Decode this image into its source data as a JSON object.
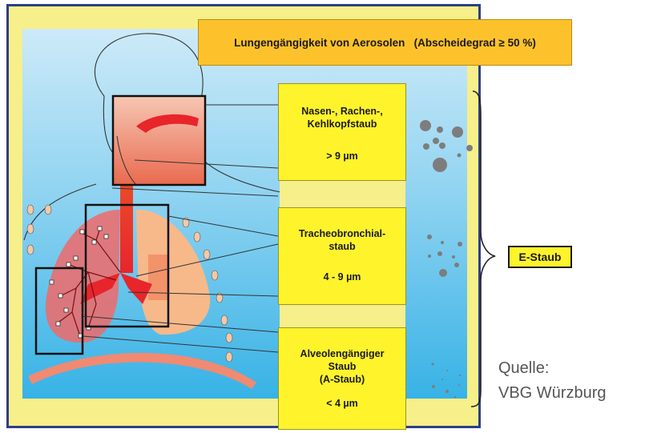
{
  "title": "Lungengängigkeit von Aerosolen   (Abscheidegrad ≥ 50 %)",
  "categories": [
    {
      "name_lines": [
        "Nasen-, Rachen-,",
        "Kehlkopfstaub"
      ],
      "size": "> 9 µm"
    },
    {
      "name_lines": [
        "Tracheobronchial-",
        "staub"
      ],
      "size": "4 - 9 µm"
    },
    {
      "name_lines": [
        "Alveolengängiger",
        "Staub",
        "(A-Staub)"
      ],
      "size": "< 4 µm"
    }
  ],
  "group_label": "E-Staub",
  "source": [
    "Quelle:",
    "VBG Würzburg"
  ],
  "colors": {
    "frame_border": "#2c3f86",
    "frame_fill": "#f6ef8a",
    "title_fill": "#fdc22b",
    "label_fill": "#fff32c",
    "airway_red": "#e8252b",
    "lung": "#f7b98a",
    "particle": "#7d7d7d"
  }
}
